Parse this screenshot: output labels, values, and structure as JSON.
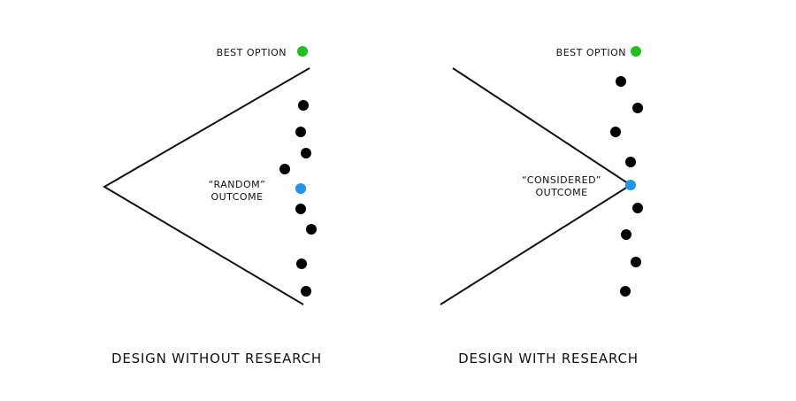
{
  "colors": {
    "ink": "#111111",
    "best_dot": "#22c01e",
    "outcome_dot": "#1e96ea",
    "option_dot": "#000000"
  },
  "left_panel": {
    "best_label": "BEST OPTION",
    "outcome_label_line1": "“RANDOM”",
    "outcome_label_line2": "OUTCOME",
    "caption": "DESIGN WITHOUT RESEARCH"
  },
  "right_panel": {
    "best_label": "BEST OPTION",
    "outcome_label_line1": "“CONSIDERED”",
    "outcome_label_line2": "OUTCOME",
    "caption": "DESIGN WITH RESEARCH"
  }
}
